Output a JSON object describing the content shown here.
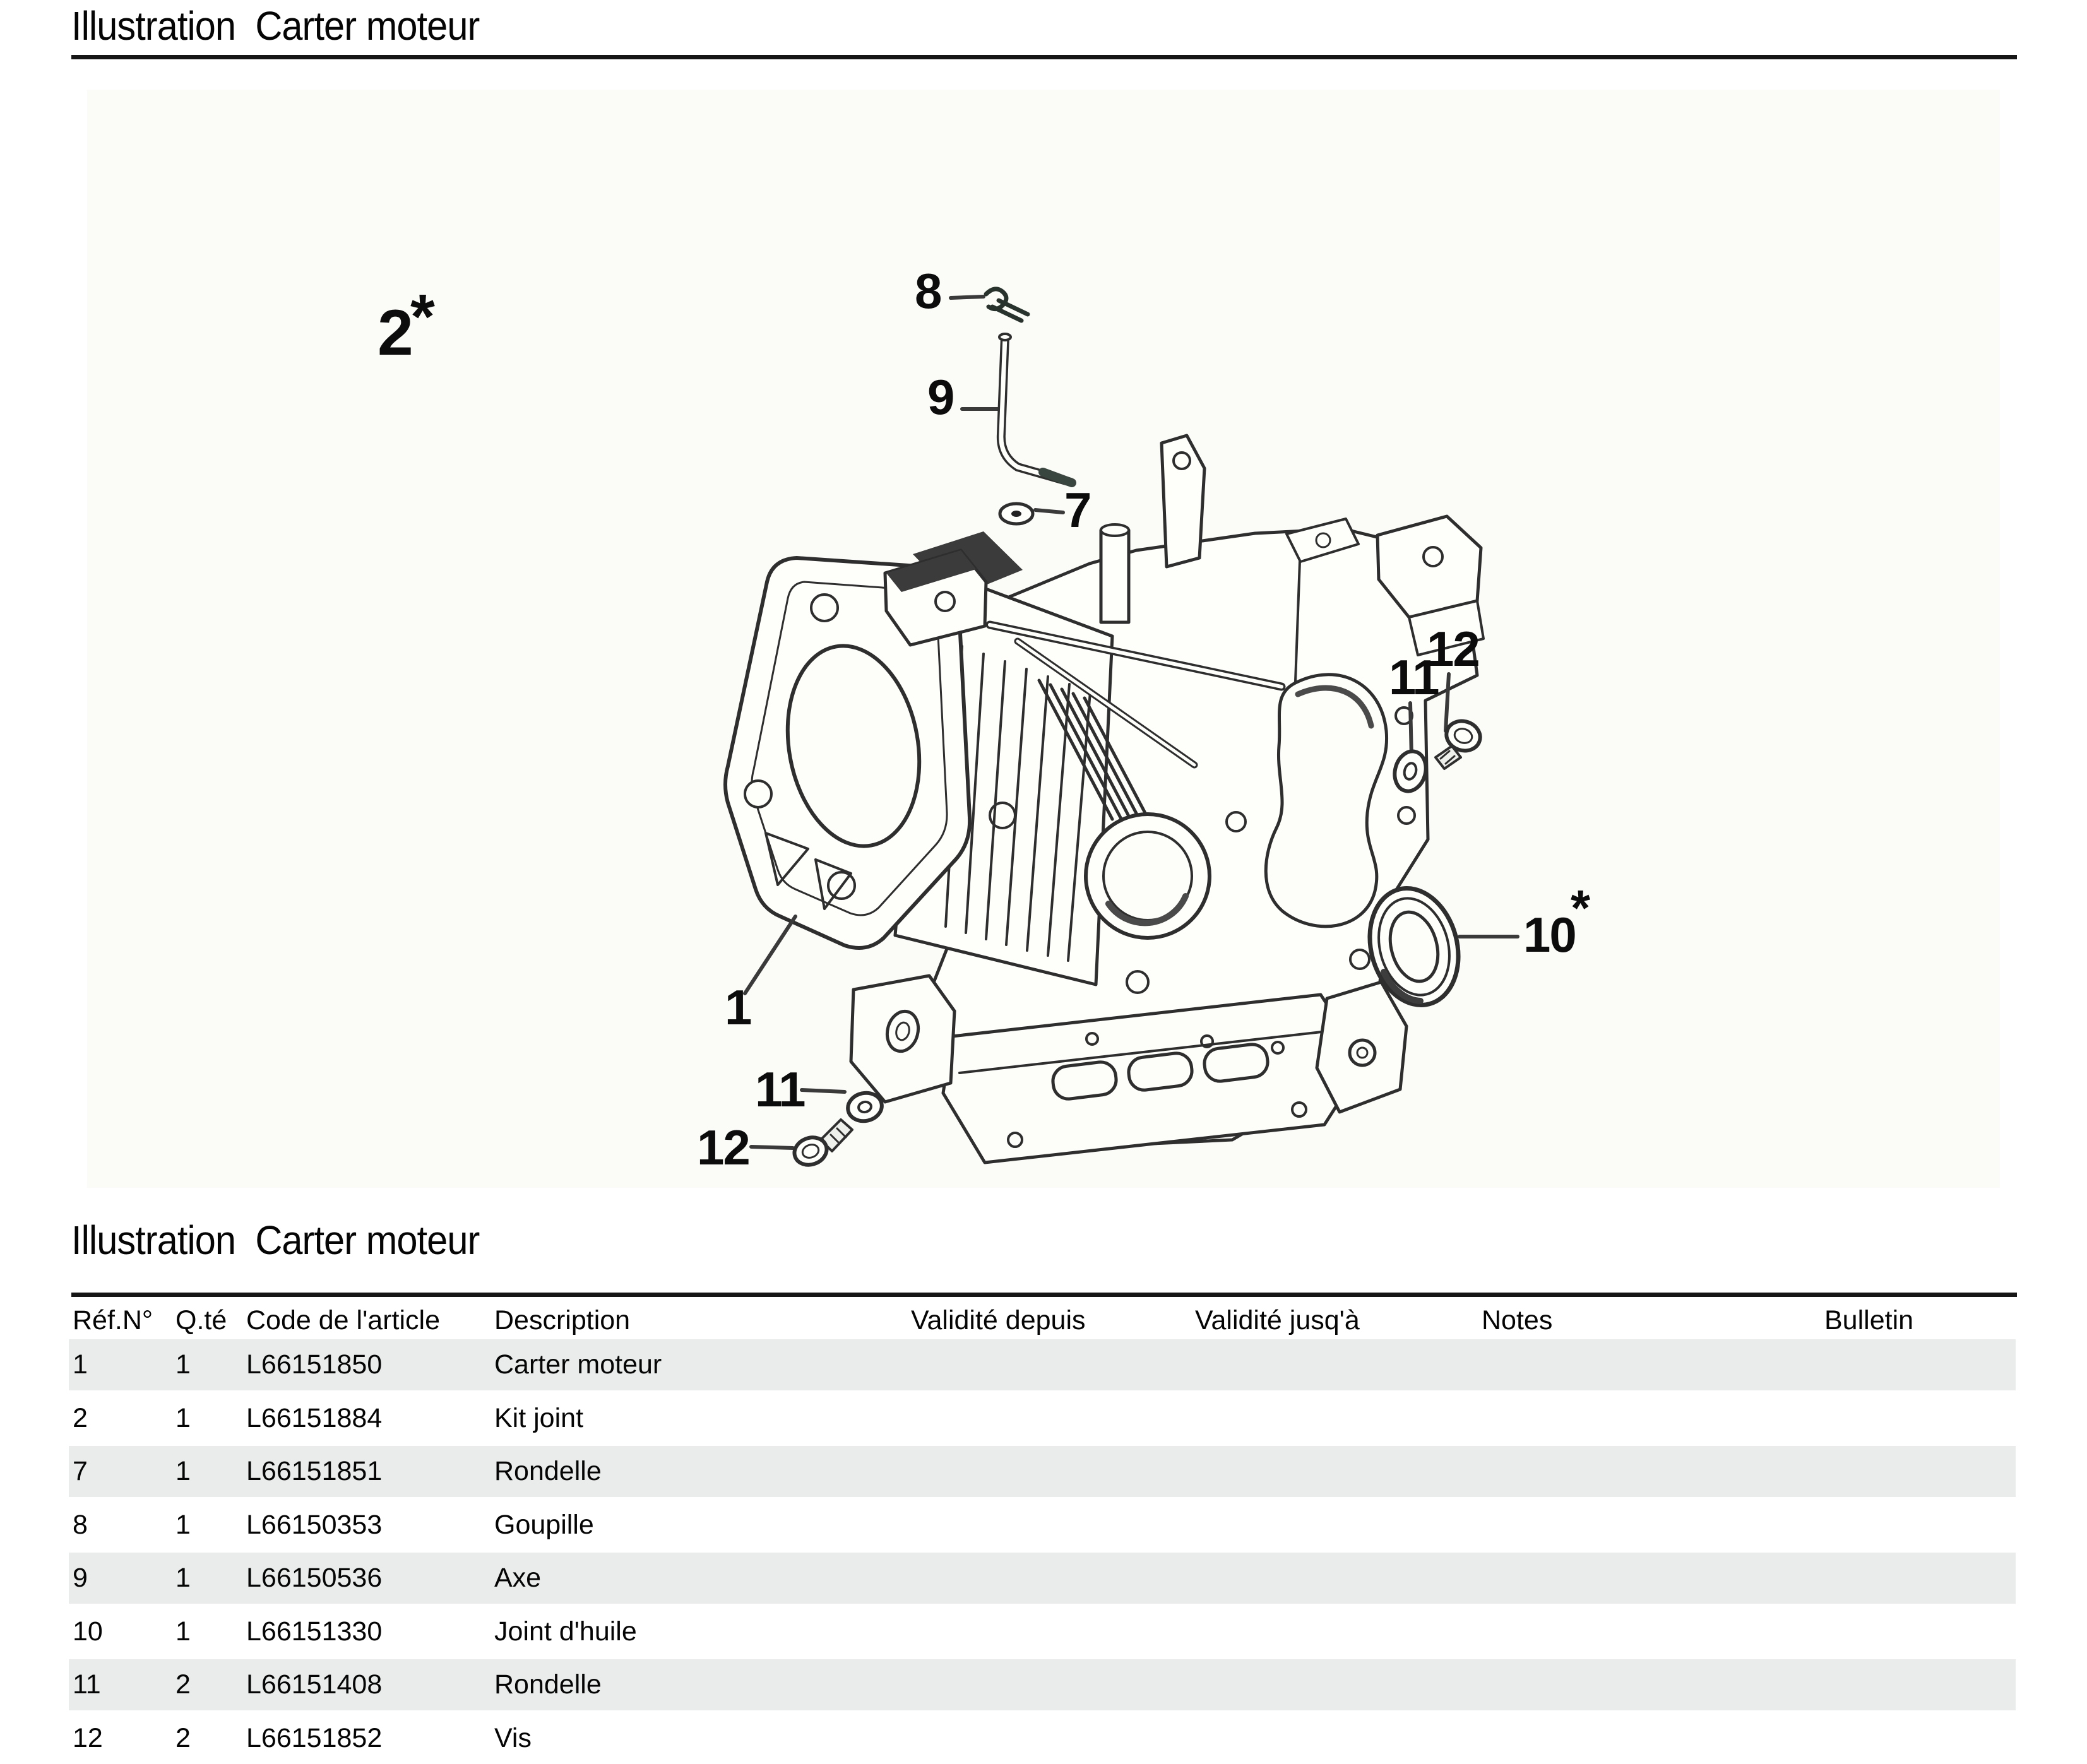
{
  "page": {
    "section_title": "Illustration  Carter moteur",
    "table_title": "Illustration  Carter moteur"
  },
  "diagram": {
    "callouts": {
      "item1": "1",
      "item2": "2",
      "item2_star": "*",
      "item7": "7",
      "item8": "8",
      "item9": "9",
      "item10": "10",
      "item10_star": "*",
      "item11_right": "11",
      "item12_right": "12",
      "item11_bottom": "11",
      "item12_bottom": "12"
    }
  },
  "table": {
    "headers": {
      "ref": "Réf.N°",
      "qty": "Q.té",
      "code": "Code de l'article",
      "description": "Description",
      "valid_from": "Validité depuis",
      "valid_to": "Validité jusq'à",
      "notes": "Notes",
      "bulletin": "Bulletin"
    },
    "rows": [
      {
        "ref": "1",
        "qty": "1",
        "code": "L66151850",
        "description": "Carter moteur"
      },
      {
        "ref": "2",
        "qty": "1",
        "code": "L66151884",
        "description": "Kit joint"
      },
      {
        "ref": "7",
        "qty": "1",
        "code": "L66151851",
        "description": "Rondelle"
      },
      {
        "ref": "8",
        "qty": "1",
        "code": "L66150353",
        "description": "Goupille"
      },
      {
        "ref": "9",
        "qty": "1",
        "code": "L66150536",
        "description": "Axe"
      },
      {
        "ref": "10",
        "qty": "1",
        "code": "L66151330",
        "description": "Joint d'huile"
      },
      {
        "ref": "11",
        "qty": "2",
        "code": "L66151408",
        "description": "Rondelle"
      },
      {
        "ref": "12",
        "qty": "2",
        "code": "L66151852",
        "description": "Vis"
      }
    ]
  },
  "colors": {
    "row_stripe": "#eaecec",
    "panel_tint": "#fbfcf8",
    "rule": "#161616",
    "line_art": "#2e2e2e"
  }
}
